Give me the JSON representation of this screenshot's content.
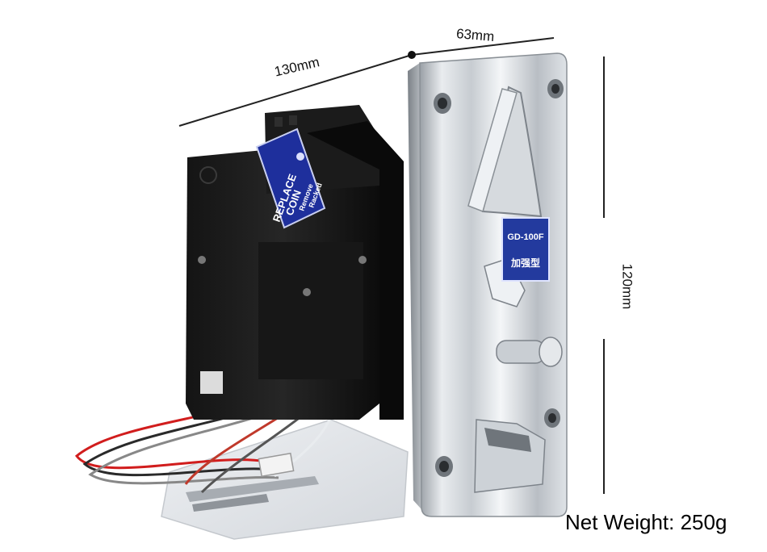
{
  "dimensions": {
    "length": "130mm",
    "width": "63mm",
    "height": "120mm"
  },
  "tag": {
    "line1": "REPLACE",
    "line2": "COIN",
    "line3": "Remove",
    "line4": "Racked"
  },
  "badge": {
    "model": "GD-100F",
    "type": "加强型"
  },
  "net_weight": "Net Weight: 250g"
}
